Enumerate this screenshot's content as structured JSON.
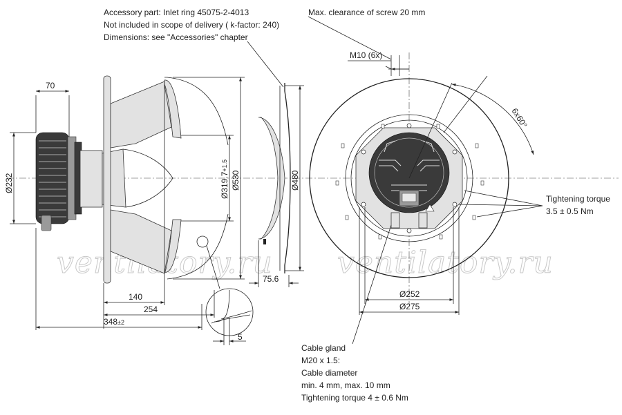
{
  "callouts": {
    "accessory_line1": "Accessory part: Inlet ring 45075-2-4013",
    "accessory_line2": "Not included in scope of delivery ( k-factor: 240)",
    "accessory_line3": "Dimensions: see \"Accessories\" chapter",
    "clearance": "Max. clearance of screw 20 mm",
    "screw": "M10 (6x)",
    "angle": "6x60°",
    "torque_line1": "Tightening torque",
    "torque_line2": "3.5 ± 0.5 Nm",
    "gland_line1": "Cable gland",
    "gland_line2": "M20 x 1.5:",
    "gland_line3": "Cable diameter",
    "gland_line4": "min. 4 mm, max. 10 mm",
    "gland_line5": "Tightening torque 4 ± 0.6 Nm"
  },
  "dimensions": {
    "d70": "70",
    "d232": "Ø232",
    "d319": "Ø319.7",
    "d319_tol": "+1.5",
    "d530": "Ø530",
    "d480": "Ø480",
    "d75": "75.6",
    "d140": "140",
    "d254": "254",
    "d348": "348",
    "d348_tol": "±2",
    "d5": "5",
    "d252": "Ø252",
    "d275": "Ø275"
  },
  "watermarks": [
    "ventilatory.ru",
    "ventilatory.ru"
  ]
}
